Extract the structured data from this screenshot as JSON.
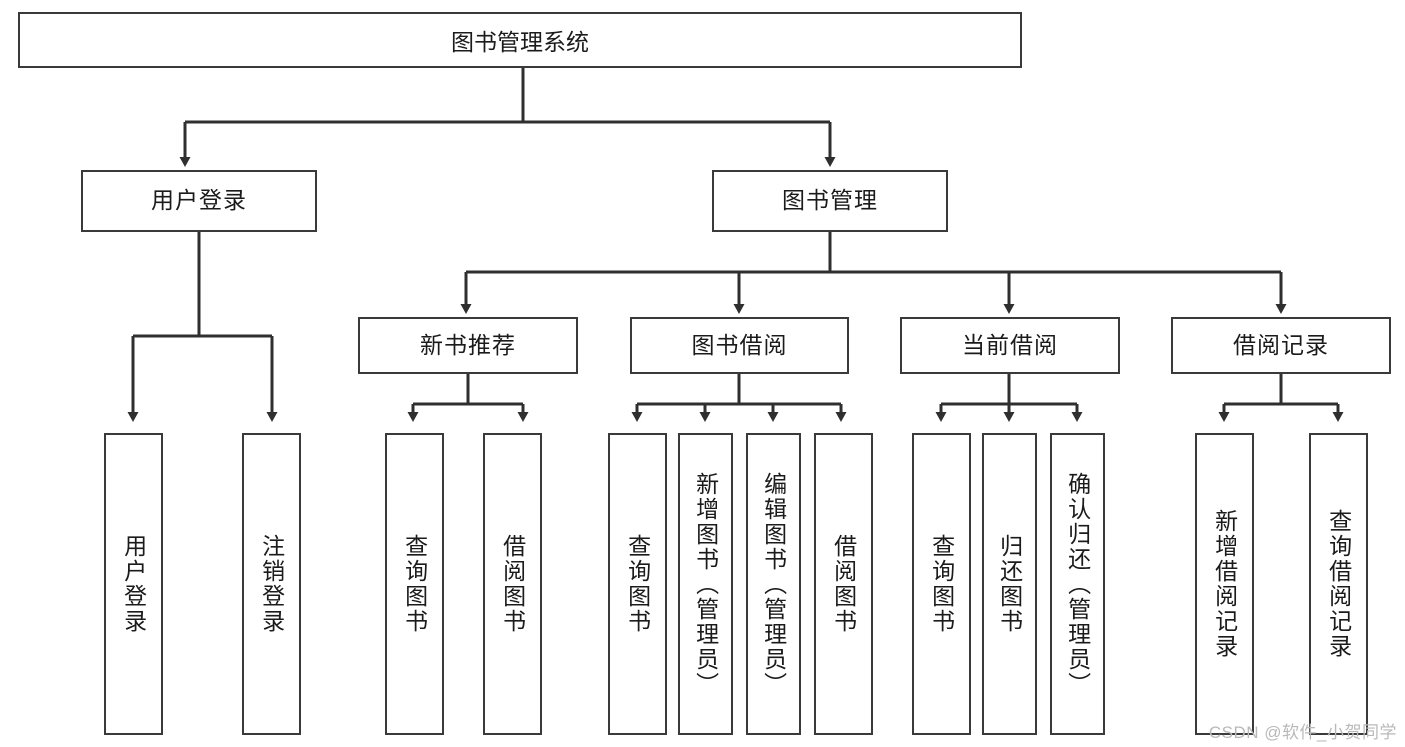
{
  "diagram": {
    "title": "图书管理系统",
    "type": "tree-hierarchy",
    "watermark": "CSDN @软件_小贺同学",
    "colors": {
      "stroke": "#3a3a3a",
      "fill": "#ffffff",
      "text": "#1b1b1b",
      "watermark": "#b9b9b9"
    },
    "levels": {
      "root": {
        "label": "图书管理系统"
      },
      "level2": [
        {
          "label": "用户登录"
        },
        {
          "label": "图书管理"
        }
      ],
      "level3": [
        {
          "label": "新书推荐"
        },
        {
          "label": "图书借阅"
        },
        {
          "label": "当前借阅"
        },
        {
          "label": "借阅记录"
        }
      ],
      "leaves": [
        {
          "label": "用户登录",
          "parent": "用户登录"
        },
        {
          "label": "注销登录",
          "parent": "用户登录"
        },
        {
          "label": "查询图书",
          "parent": "新书推荐"
        },
        {
          "label": "借阅图书",
          "parent": "新书推荐"
        },
        {
          "label": "查询图书",
          "parent": "图书借阅"
        },
        {
          "label": "新增图书（管理员）",
          "parent": "图书借阅"
        },
        {
          "label": "编辑图书（管理员）",
          "parent": "图书借阅"
        },
        {
          "label": "借阅图书",
          "parent": "图书借阅"
        },
        {
          "label": "查询图书",
          "parent": "当前借阅"
        },
        {
          "label": "归还图书",
          "parent": "当前借阅"
        },
        {
          "label": "确认归还（管理员）",
          "parent": "当前借阅"
        },
        {
          "label": "新增借阅记录",
          "parent": "借阅记录"
        },
        {
          "label": "查询借阅记录",
          "parent": "借阅记录"
        }
      ]
    }
  }
}
